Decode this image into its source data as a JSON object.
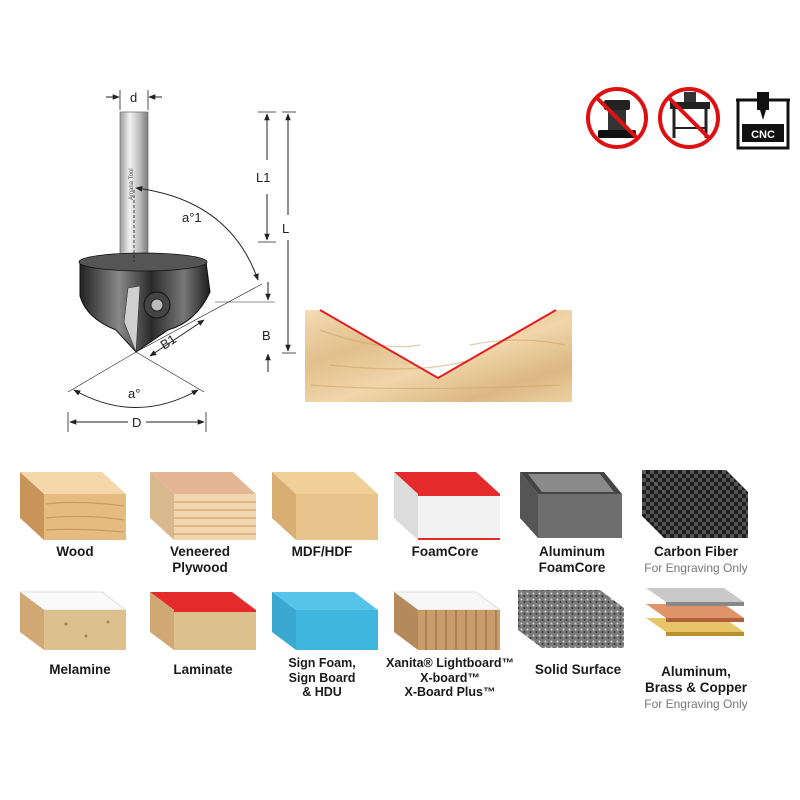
{
  "diagram": {
    "dims": {
      "d": "d",
      "L1": "L1",
      "L": "L",
      "a1": "a°1",
      "B1": "B1",
      "B": "B",
      "a": "a°",
      "D": "D"
    },
    "shank_brand": "Amana Tool"
  },
  "usage_icons": [
    {
      "name": "no-handheld-router-icon",
      "label": ""
    },
    {
      "name": "no-router-table-icon",
      "label": ""
    },
    {
      "name": "cnc-machine-icon",
      "label": "CNC"
    }
  ],
  "materials": [
    {
      "line1": "Wood",
      "line2": "",
      "line3": "",
      "note": ""
    },
    {
      "line1": "Veneered",
      "line2": "Plywood",
      "line3": "",
      "note": ""
    },
    {
      "line1": "MDF/HDF",
      "line2": "",
      "line3": "",
      "note": ""
    },
    {
      "line1": "FoamCore",
      "line2": "",
      "line3": "",
      "note": ""
    },
    {
      "line1": "Aluminum",
      "line2": "FoamCore",
      "line3": "",
      "note": ""
    },
    {
      "line1": "Carbon Fiber",
      "line2": "",
      "line3": "",
      "note": "For Engraving Only"
    },
    {
      "line1": "Melamine",
      "line2": "",
      "line3": "",
      "note": ""
    },
    {
      "line1": "Laminate",
      "line2": "",
      "line3": "",
      "note": ""
    },
    {
      "line1": "Sign Foam,",
      "line2": "Sign Board",
      "line3": "& HDU",
      "note": ""
    },
    {
      "line1": "Xanita® Lightboard™",
      "line2": "X-board™",
      "line3": "X-Board Plus™",
      "note": ""
    },
    {
      "line1": "Solid Surface",
      "line2": "",
      "line3": "",
      "note": ""
    },
    {
      "line1": "Aluminum,",
      "line2": "Brass & Copper",
      "line3": "",
      "note": "For Engraving Only"
    }
  ],
  "colors": {
    "accent_red": "#e02020",
    "wood": "#e8c99a",
    "foam_blue": "#3fb6de"
  }
}
